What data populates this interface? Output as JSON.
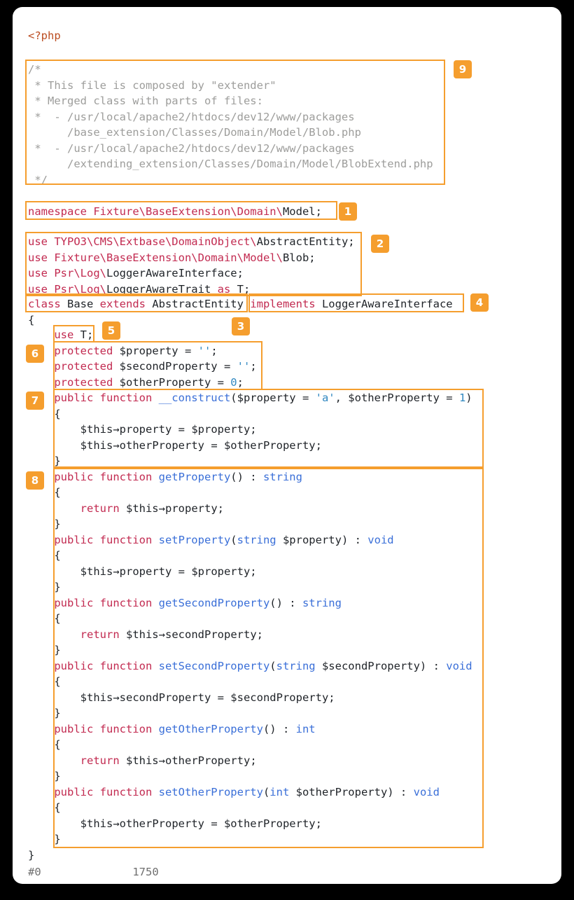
{
  "colors": {
    "annotation": "#f59e2e",
    "keyword": "#c22a50",
    "namespace": "#c22a50",
    "function": "#3a6fd8",
    "type": "#3a6fd8",
    "string": "#3188c1",
    "number": "#3188c1",
    "comment": "#9d9d9b",
    "default": "#1f2328",
    "php_tag": "#bb4d21",
    "meta": "#6f6f6f",
    "card_bg": "#ffffff",
    "page_bg": "#000000"
  },
  "annotations": {
    "badge_labels": [
      "1",
      "2",
      "3",
      "4",
      "5",
      "6",
      "7",
      "8",
      "9"
    ]
  },
  "code": {
    "php_tag_line": [
      [
        "tag",
        "<?php"
      ]
    ],
    "comment_lines": [
      "/*",
      " * This file is composed by \"extender\"",
      " * Merged class with parts of files:",
      " *  - /usr/local/apache2/htdocs/dev12/www/packages",
      "      /base_extension/Classes/Domain/Model/Blob.php",
      " *  - /usr/local/apache2/htdocs/dev12/www/packages",
      "      /extending_extension/Classes/Domain/Model/BlobExtend.php",
      " */"
    ],
    "namespace_line": [
      [
        "k",
        "namespace "
      ],
      [
        "ns",
        "Fixture\\BaseExtension\\Domain\\"
      ],
      [
        "d",
        "Model;"
      ]
    ],
    "use_lines": [
      [
        [
          "k",
          "use "
        ],
        [
          "ns",
          "TYPO3\\CMS\\Extbase\\DomainObject\\"
        ],
        [
          "d",
          "AbstractEntity;"
        ]
      ],
      [
        [
          "k",
          "use "
        ],
        [
          "ns",
          "Fixture\\BaseExtension\\Domain\\Model\\"
        ],
        [
          "d",
          "Blob;"
        ]
      ],
      [
        [
          "k",
          "use "
        ],
        [
          "ns",
          "Psr\\Log\\"
        ],
        [
          "d",
          "LoggerAwareInterface;"
        ]
      ],
      [
        [
          "k",
          "use "
        ],
        [
          "ns",
          "Psr\\Log\\"
        ],
        [
          "d",
          "LoggerAwareTrait"
        ],
        [
          "k",
          " as "
        ],
        [
          "d",
          "T;"
        ]
      ]
    ],
    "class_line": [
      [
        "k",
        "class "
      ],
      [
        "d",
        "Base "
      ],
      [
        "k",
        "extends "
      ],
      [
        "d",
        "AbstractEntity "
      ],
      [
        "k",
        "implements "
      ],
      [
        "d",
        "LoggerAwareInterface"
      ]
    ],
    "open_brace_line": [
      [
        "d",
        "{"
      ]
    ],
    "body_lines": [
      [
        [
          "d",
          "    "
        ],
        [
          "k",
          "use "
        ],
        [
          "d",
          "T;"
        ]
      ],
      [
        [
          "d",
          "    "
        ],
        [
          "k",
          "protected "
        ],
        [
          "d",
          "$property = "
        ],
        [
          "str",
          "''"
        ],
        [
          "d",
          ";"
        ]
      ],
      [
        [
          "d",
          "    "
        ],
        [
          "k",
          "protected "
        ],
        [
          "d",
          "$secondProperty = "
        ],
        [
          "str",
          "''"
        ],
        [
          "d",
          ";"
        ]
      ],
      [
        [
          "d",
          "    "
        ],
        [
          "k",
          "protected "
        ],
        [
          "d",
          "$otherProperty = "
        ],
        [
          "num",
          "0"
        ],
        [
          "d",
          ";"
        ]
      ],
      [
        [
          "d",
          "    "
        ],
        [
          "k",
          "public function "
        ],
        [
          "fn",
          "__construct"
        ],
        [
          "d",
          "($property = "
        ],
        [
          "str",
          "'a'"
        ],
        [
          "d",
          ", $otherProperty = "
        ],
        [
          "num",
          "1"
        ],
        [
          "d",
          ")"
        ]
      ],
      [
        [
          "d",
          "    {"
        ]
      ],
      [
        [
          "d",
          "        $this"
        ],
        [
          "ar",
          "→"
        ],
        [
          "d",
          "property = $property;"
        ]
      ],
      [
        [
          "d",
          "        $this"
        ],
        [
          "ar",
          "→"
        ],
        [
          "d",
          "otherProperty = $otherProperty;"
        ]
      ],
      [
        [
          "d",
          "    }"
        ]
      ],
      [
        [
          "d",
          "    "
        ],
        [
          "k",
          "public function "
        ],
        [
          "fn",
          "getProperty"
        ],
        [
          "d",
          "() : "
        ],
        [
          "typ",
          "string"
        ]
      ],
      [
        [
          "d",
          "    {"
        ]
      ],
      [
        [
          "d",
          "        "
        ],
        [
          "k",
          "return "
        ],
        [
          "d",
          "$this"
        ],
        [
          "ar",
          "→"
        ],
        [
          "d",
          "property;"
        ]
      ],
      [
        [
          "d",
          "    }"
        ]
      ],
      [
        [
          "d",
          "    "
        ],
        [
          "k",
          "public function "
        ],
        [
          "fn",
          "setProperty"
        ],
        [
          "d",
          "("
        ],
        [
          "typ",
          "string"
        ],
        [
          "d",
          " $property) : "
        ],
        [
          "typ",
          "void"
        ]
      ],
      [
        [
          "d",
          "    {"
        ]
      ],
      [
        [
          "d",
          "        $this"
        ],
        [
          "ar",
          "→"
        ],
        [
          "d",
          "property = $property;"
        ]
      ],
      [
        [
          "d",
          "    }"
        ]
      ],
      [
        [
          "d",
          "    "
        ],
        [
          "k",
          "public function "
        ],
        [
          "fn",
          "getSecondProperty"
        ],
        [
          "d",
          "() : "
        ],
        [
          "typ",
          "string"
        ]
      ],
      [
        [
          "d",
          "    {"
        ]
      ],
      [
        [
          "d",
          "        "
        ],
        [
          "k",
          "return "
        ],
        [
          "d",
          "$this"
        ],
        [
          "ar",
          "→"
        ],
        [
          "d",
          "secondProperty;"
        ]
      ],
      [
        [
          "d",
          "    }"
        ]
      ],
      [
        [
          "d",
          "    "
        ],
        [
          "k",
          "public function "
        ],
        [
          "fn",
          "setSecondProperty"
        ],
        [
          "d",
          "("
        ],
        [
          "typ",
          "string"
        ],
        [
          "d",
          " $secondProperty) : "
        ],
        [
          "typ",
          "void"
        ]
      ],
      [
        [
          "d",
          "    {"
        ]
      ],
      [
        [
          "d",
          "        $this"
        ],
        [
          "ar",
          "→"
        ],
        [
          "d",
          "secondProperty = $secondProperty;"
        ]
      ],
      [
        [
          "d",
          "    }"
        ]
      ],
      [
        [
          "d",
          "    "
        ],
        [
          "k",
          "public function "
        ],
        [
          "fn",
          "getOtherProperty"
        ],
        [
          "d",
          "() : "
        ],
        [
          "typ",
          "int"
        ]
      ],
      [
        [
          "d",
          "    {"
        ]
      ],
      [
        [
          "d",
          "        "
        ],
        [
          "k",
          "return "
        ],
        [
          "d",
          "$this"
        ],
        [
          "ar",
          "→"
        ],
        [
          "d",
          "otherProperty;"
        ]
      ],
      [
        [
          "d",
          "    }"
        ]
      ],
      [
        [
          "d",
          "    "
        ],
        [
          "k",
          "public function "
        ],
        [
          "fn",
          "setOtherProperty"
        ],
        [
          "d",
          "("
        ],
        [
          "typ",
          "int"
        ],
        [
          "d",
          " $otherProperty) : "
        ],
        [
          "typ",
          "void"
        ]
      ],
      [
        [
          "d",
          "    {"
        ]
      ],
      [
        [
          "d",
          "        $this"
        ],
        [
          "ar",
          "→"
        ],
        [
          "d",
          "otherProperty = $otherProperty;"
        ]
      ],
      [
        [
          "d",
          "    }"
        ]
      ]
    ],
    "close_brace_line": [
      [
        "d",
        "}"
      ]
    ],
    "status_line": [
      [
        "meta",
        "#0"
      ],
      [
        "d",
        "              "
      ],
      [
        "meta",
        "1750"
      ]
    ]
  }
}
